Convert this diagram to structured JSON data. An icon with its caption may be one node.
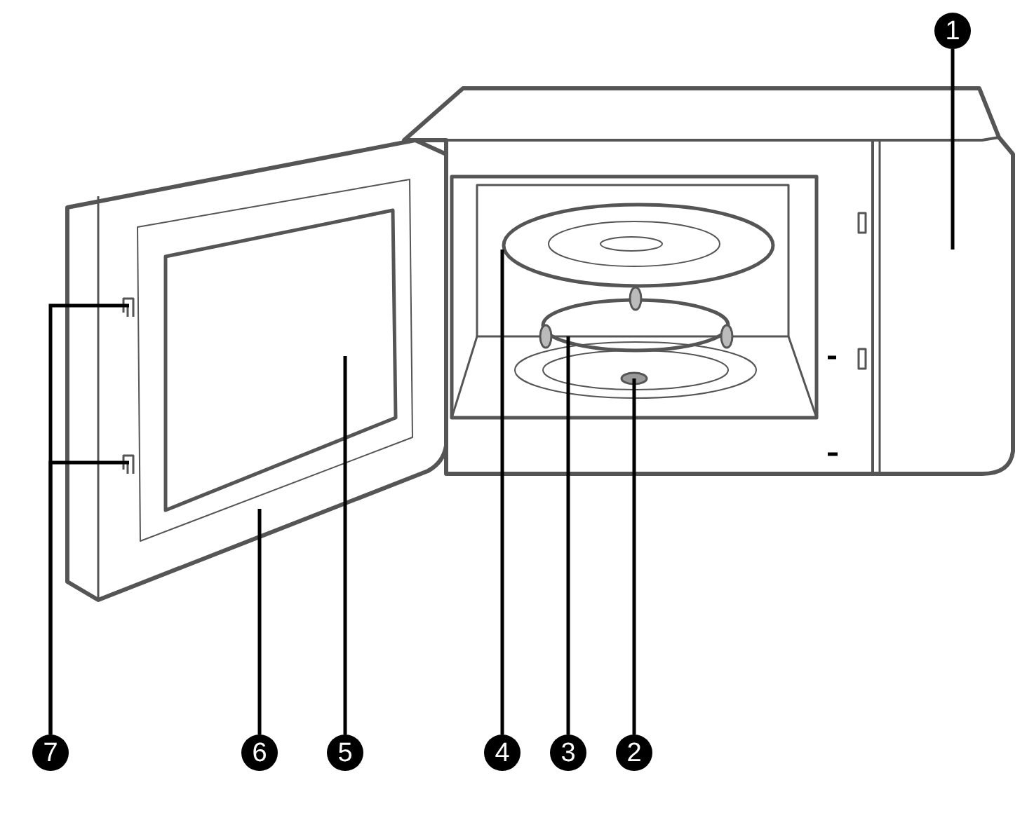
{
  "diagram": {
    "nodes": [
      {
        "text": [
          "1"
        ]
      },
      {
        "text": [
          "7"
        ]
      },
      {
        "text": [
          "6"
        ]
      },
      {
        "text": [
          "5"
        ]
      },
      {
        "text": [
          "4"
        ]
      },
      {
        "text": [
          "3"
        ]
      },
      {
        "text": [
          "2"
        ]
      }
    ],
    "edges": [
      {
        "from": 0,
        "to": null,
        "arrow": "none"
      },
      {
        "from": 1,
        "to": null,
        "arrow": "none"
      },
      {
        "from": 1,
        "to": null,
        "arrow": "none"
      },
      {
        "from": 2,
        "to": null,
        "arrow": "none"
      },
      {
        "from": 3,
        "to": null,
        "arrow": "none"
      },
      {
        "from": 4,
        "to": null,
        "arrow": "none"
      },
      {
        "from": 5,
        "to": null,
        "arrow": "none"
      },
      {
        "from": 6,
        "to": null,
        "arrow": "none"
      }
    ]
  }
}
